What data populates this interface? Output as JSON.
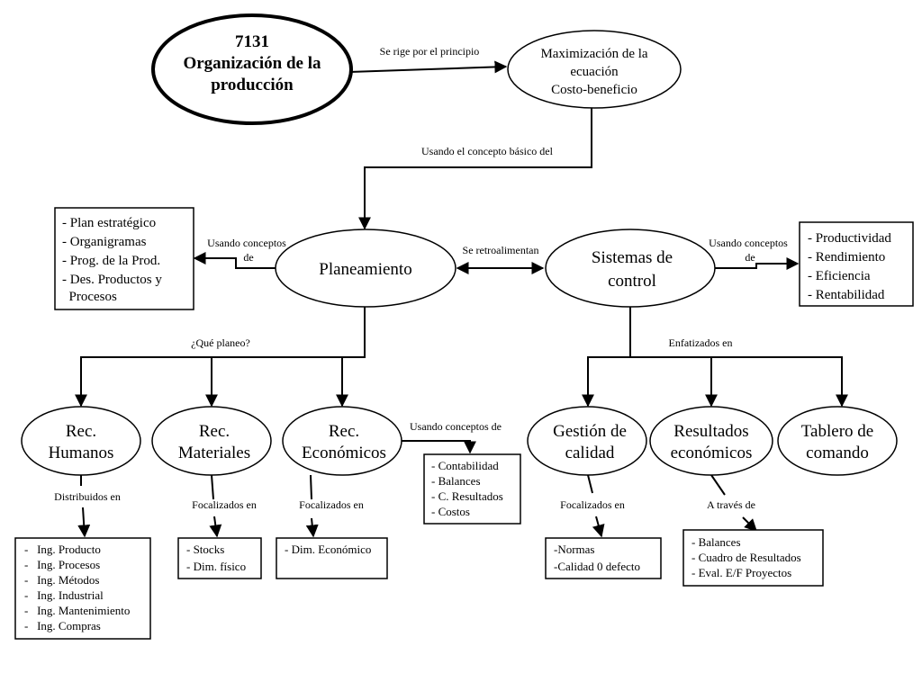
{
  "nodes": {
    "root": {
      "lines": [
        "7131",
        "Organización de la",
        "producción"
      ]
    },
    "maximizacion": {
      "lines": [
        "Maximización de la",
        "ecuación",
        "Costo-beneficio"
      ]
    },
    "planeamiento": {
      "lines": [
        "Planeamiento"
      ]
    },
    "sistemas": {
      "lines": [
        "Sistemas de",
        "control"
      ]
    },
    "rec_humanos": {
      "lines": [
        "Rec.",
        "Humanos"
      ]
    },
    "rec_materiales": {
      "lines": [
        "Rec.",
        "Materiales"
      ]
    },
    "rec_economicos": {
      "lines": [
        "Rec.",
        "Económicos"
      ]
    },
    "gestion": {
      "lines": [
        "Gestión de",
        "calidad"
      ]
    },
    "resultados": {
      "lines": [
        "Resultados",
        "económicos"
      ]
    },
    "tablero": {
      "lines": [
        "Tablero de",
        "comando"
      ]
    }
  },
  "boxes": {
    "plan_list": [
      "- Plan estratégico",
      "- Organigramas",
      "- Prog. de la Prod.",
      "- Des. Productos y",
      "  Procesos"
    ],
    "control_list": [
      "- Productividad",
      "- Rendimiento",
      "- Eficiencia",
      "- Rentabilidad"
    ],
    "contabilidad": [
      "- Contabilidad",
      "- Balances",
      "- C. Resultados",
      "- Costos"
    ],
    "ingenierias": [
      "-   Ing. Producto",
      "-   Ing. Procesos",
      "-   Ing. Métodos",
      "-   Ing. Industrial",
      "-   Ing. Mantenimiento",
      "-   Ing. Compras"
    ],
    "stocks": [
      "- Stocks",
      "- Dim. físico"
    ],
    "dim_economico": [
      "- Dim. Económico"
    ],
    "normas": [
      "-Normas",
      "-Calidad 0 defecto"
    ],
    "balances": [
      "- Balances",
      "- Cuadro de Resultados",
      "- Eval. E/F Proyectos"
    ]
  },
  "labels": {
    "se_rige": "Se rige por el principio",
    "usando_basico": "Usando el concepto básico del",
    "usando_conceptos_left": [
      "Usando conceptos",
      "de"
    ],
    "se_retroalimentan": "Se retroalimentan",
    "usando_conceptos_right": [
      "Usando conceptos",
      "de"
    ],
    "que_planeo": "¿Qué planeo?",
    "enfatizados": "Enfatizados en",
    "usando_conceptos_econ": "Usando conceptos de",
    "distribuidos": "Distribuidos en",
    "focalizados_mat": "Focalizados en",
    "focalizados_econ": "Focalizados en",
    "focalizados_gest": "Focalizados en",
    "a_traves": "A través de"
  }
}
